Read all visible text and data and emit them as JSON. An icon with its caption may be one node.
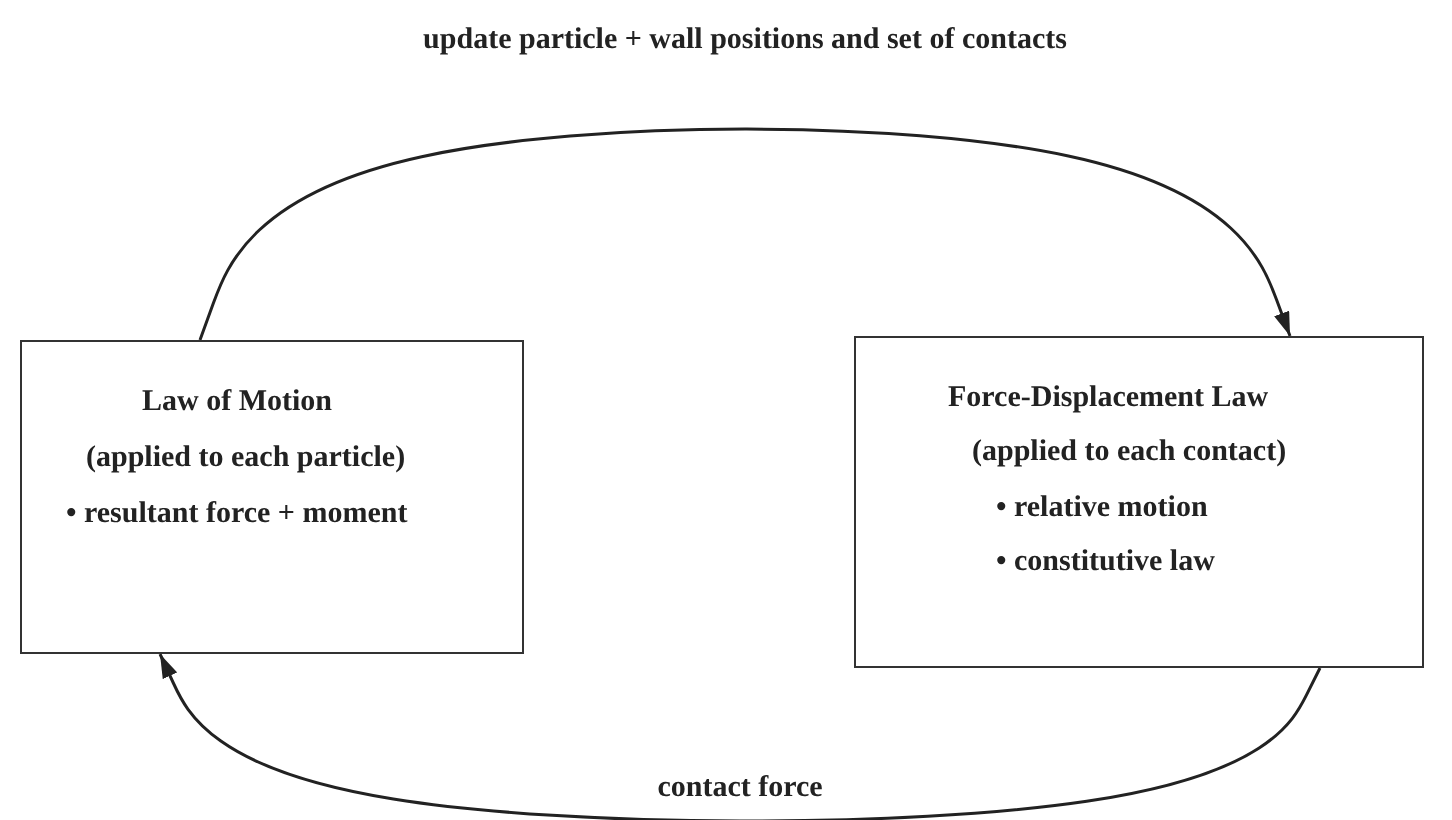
{
  "diagram": {
    "nodes": [
      {
        "text": [
          "Law of Motion",
          "(applied to each particle)",
          "• resultant force + moment"
        ]
      },
      {
        "text": [
          "Force-Displacement Law",
          "(applied to each contact)",
          "• relative motion",
          "• constitutive law"
        ]
      }
    ],
    "edges": [
      {
        "from": 0,
        "to": 1,
        "arrow": "to",
        "label": "update particle + wall positions and set of contacts"
      },
      {
        "from": 1,
        "to": 0,
        "arrow": "to",
        "label": "contact force"
      }
    ]
  }
}
